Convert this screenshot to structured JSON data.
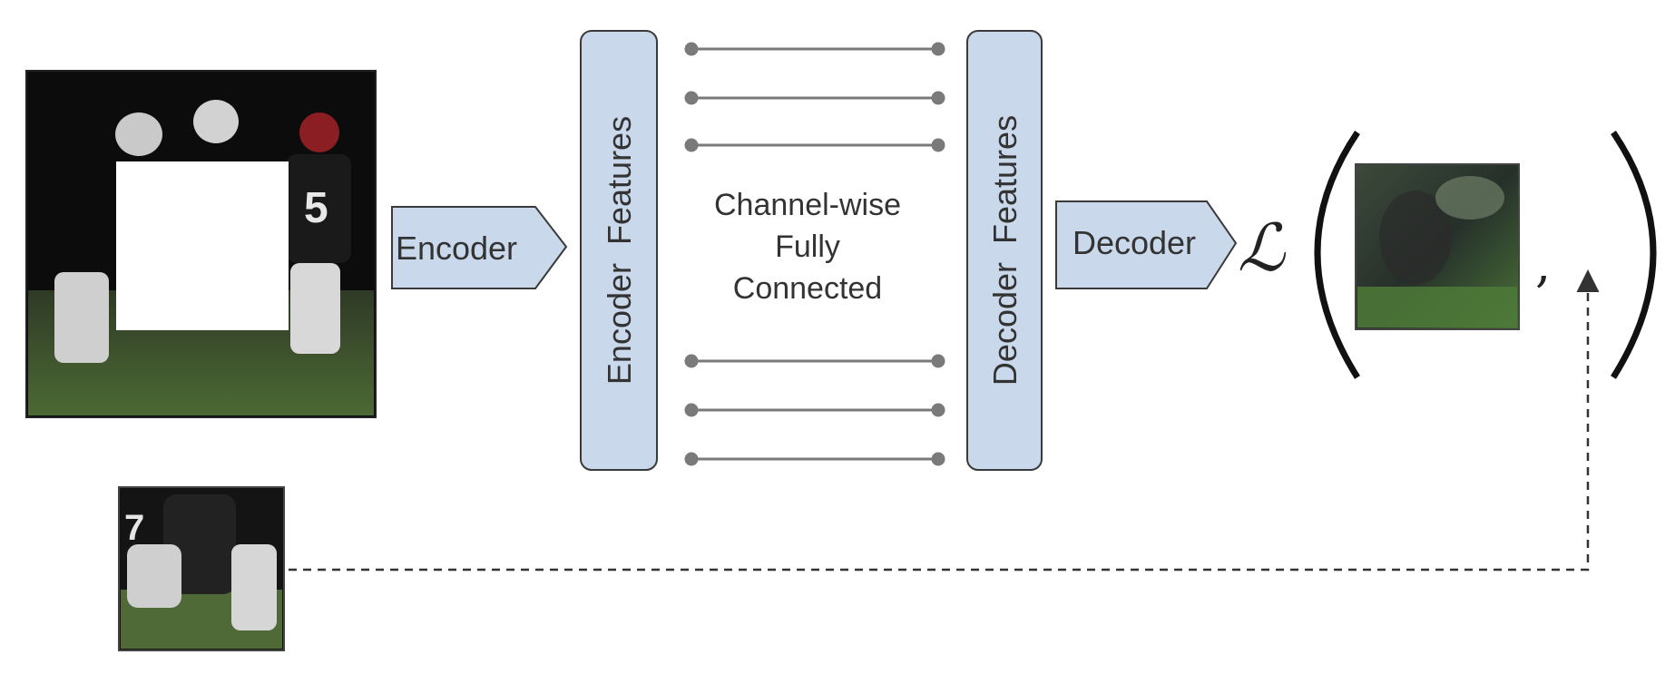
{
  "diagram": {
    "encoder_block": {
      "label": "Encoder"
    },
    "decoder_block": {
      "label": "Decoder"
    },
    "encoder_features": {
      "label": "Encoder  Features"
    },
    "decoder_features": {
      "label": "Decoder  Features"
    },
    "channel_fc": {
      "lines": [
        "Channel-wise",
        "Fully",
        "Connected"
      ]
    },
    "loss": {
      "symbol": "ℒ",
      "separator": ","
    },
    "colors": {
      "block_fill": "#c9d8ea",
      "block_stroke": "#3a3a3a",
      "connector": "#7a7a7a",
      "background": "#ffffff"
    },
    "images": {
      "input_image": "football-players-masked",
      "ground_truth_patch": "football-players-patch",
      "predicted_patch": "grass-foliage-patch"
    }
  }
}
